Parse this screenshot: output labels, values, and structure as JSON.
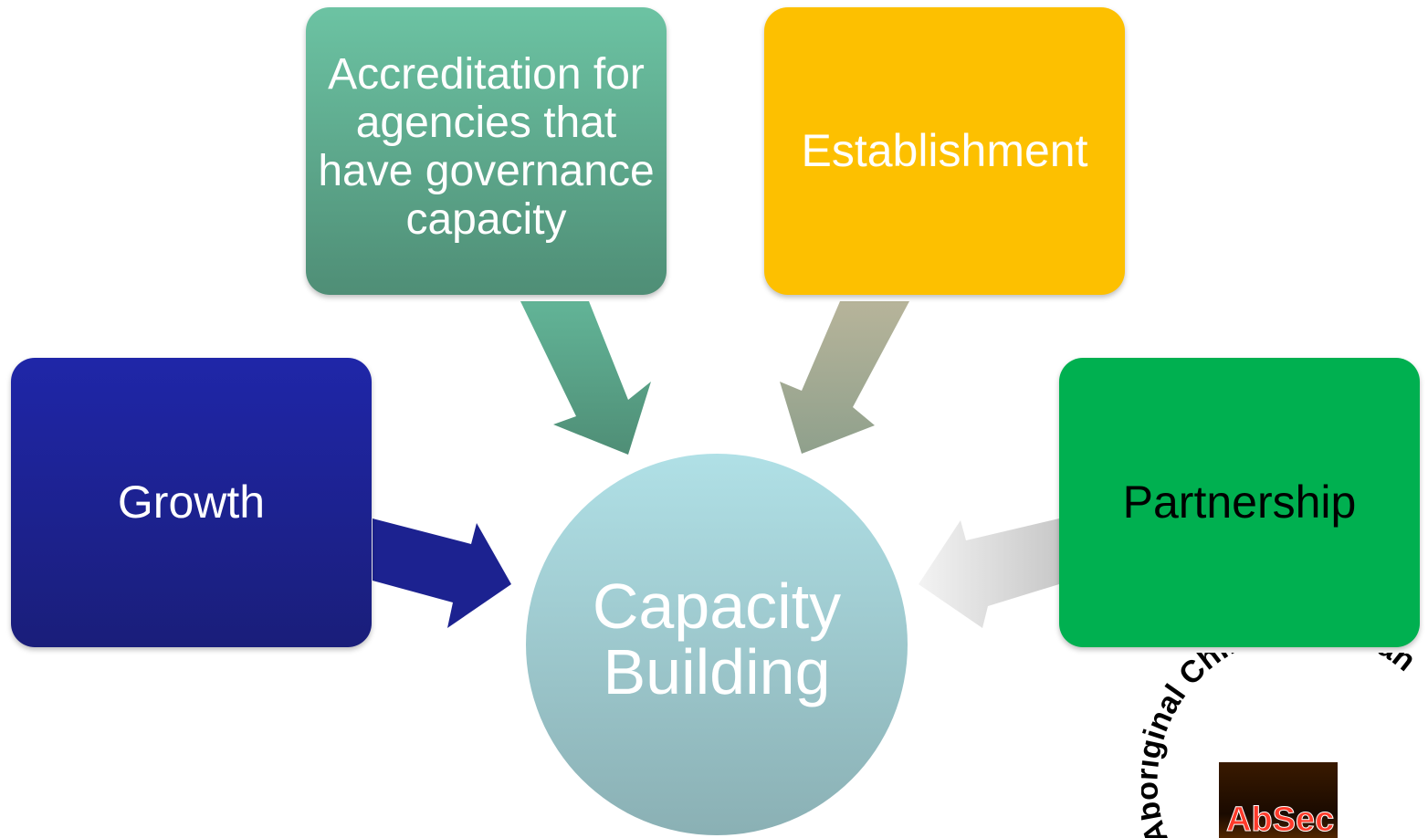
{
  "center": {
    "label": "Capacity Building"
  },
  "boxes": {
    "accreditation": {
      "label": "Accreditation for agencies that have governance capacity",
      "color": "#5fa98c",
      "text_color": "#ffffff"
    },
    "establishment": {
      "label": "Establishment",
      "color": "#fdc000",
      "text_color": "#ffffff"
    },
    "growth": {
      "label": "Growth",
      "color": "#1c2290",
      "text_color": "#ffffff"
    },
    "partnership": {
      "label": "Partnership",
      "color": "#00b050",
      "text_color": "#000000"
    }
  },
  "logo": {
    "arc_text": "Aboriginal Child, Family an",
    "abbr": "AbSec"
  }
}
